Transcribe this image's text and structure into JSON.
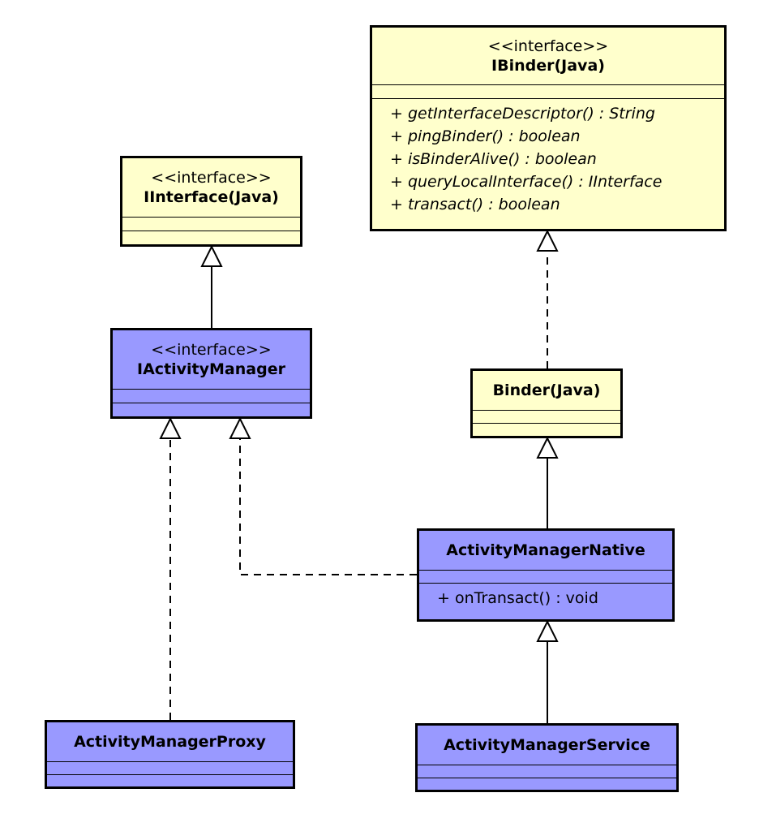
{
  "colors": {
    "interface_fill": "#ffffcc",
    "class_fill": "#9999ff",
    "line": "#000000"
  },
  "classes": {
    "ibinder": {
      "stereotype": "<<interface>>",
      "name": "IBinder(Java)",
      "fill": "#ffffcc",
      "operations": [
        "+ getInterfaceDescriptor() : String",
        "+ pingBinder() : boolean",
        "+ isBinderAlive() : boolean",
        "+ queryLocalInterface() : IInterface",
        "+ transact() : boolean"
      ]
    },
    "iinterface": {
      "stereotype": "<<interface>>",
      "name": "IInterface(Java)",
      "fill": "#ffffcc"
    },
    "iactivitymanager": {
      "stereotype": "<<interface>>",
      "name": "IActivityManager",
      "fill": "#9999ff"
    },
    "binder": {
      "name": "Binder(Java)",
      "fill": "#ffffcc"
    },
    "activitymanagernative": {
      "name": "ActivityManagerNative",
      "fill": "#9999ff",
      "operations": [
        "+ onTransact() : void"
      ]
    },
    "activitymanagerproxy": {
      "name": "ActivityManagerProxy",
      "fill": "#9999ff"
    },
    "activitymanagerservice": {
      "name": "ActivityManagerService",
      "fill": "#9999ff"
    }
  },
  "relations": [
    {
      "from": "iactivitymanager",
      "to": "iinterface",
      "kind": "generalization"
    },
    {
      "from": "binder",
      "to": "ibinder",
      "kind": "realization"
    },
    {
      "from": "activitymanagernative",
      "to": "binder",
      "kind": "generalization"
    },
    {
      "from": "activitymanagernative",
      "to": "iactivitymanager",
      "kind": "realization"
    },
    {
      "from": "activitymanagerproxy",
      "to": "iactivitymanager",
      "kind": "realization"
    },
    {
      "from": "activitymanagerservice",
      "to": "activitymanagernative",
      "kind": "generalization"
    }
  ]
}
